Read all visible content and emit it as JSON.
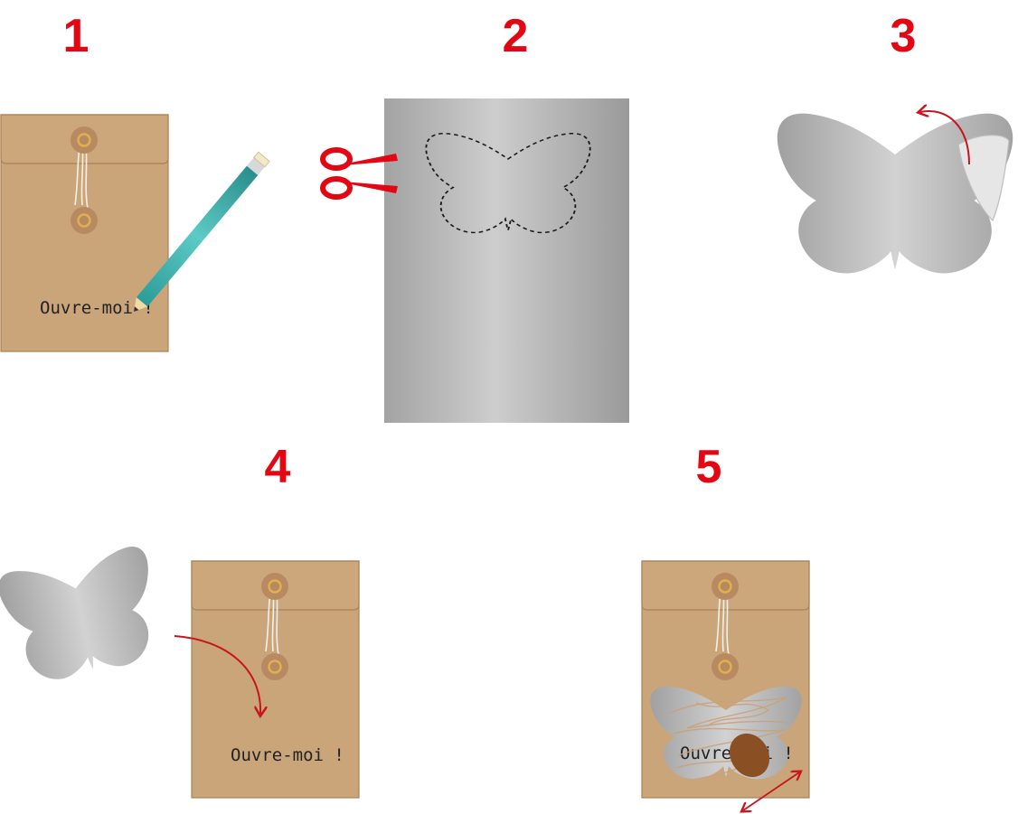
{
  "steps": [
    {
      "number": "1",
      "note": "Ouvre-moi !"
    },
    {
      "number": "2"
    },
    {
      "number": "3"
    },
    {
      "number": "4",
      "note": "Ouvre-moi !"
    },
    {
      "number": "5",
      "note": "Ouvre-moi !"
    }
  ],
  "icons": {
    "envelope": "kraft-envelope-icon",
    "pencil": "pencil-icon",
    "scissors": "scissors-icon",
    "butterfly": "butterfly-icon",
    "sheet": "silver-sheet-icon",
    "arrow": "curved-arrow-icon",
    "scratch": "coin-scratch-icon"
  },
  "colors": {
    "step_number": "#e30613",
    "kraft": "#caa57a",
    "kraft_edge": "#a98055",
    "silver_light": "#c9c9c9",
    "silver_dark": "#9c9c9c",
    "pencil": "#3bb2b0",
    "coin": "#8a4f22",
    "arrow": "#c8141e"
  }
}
